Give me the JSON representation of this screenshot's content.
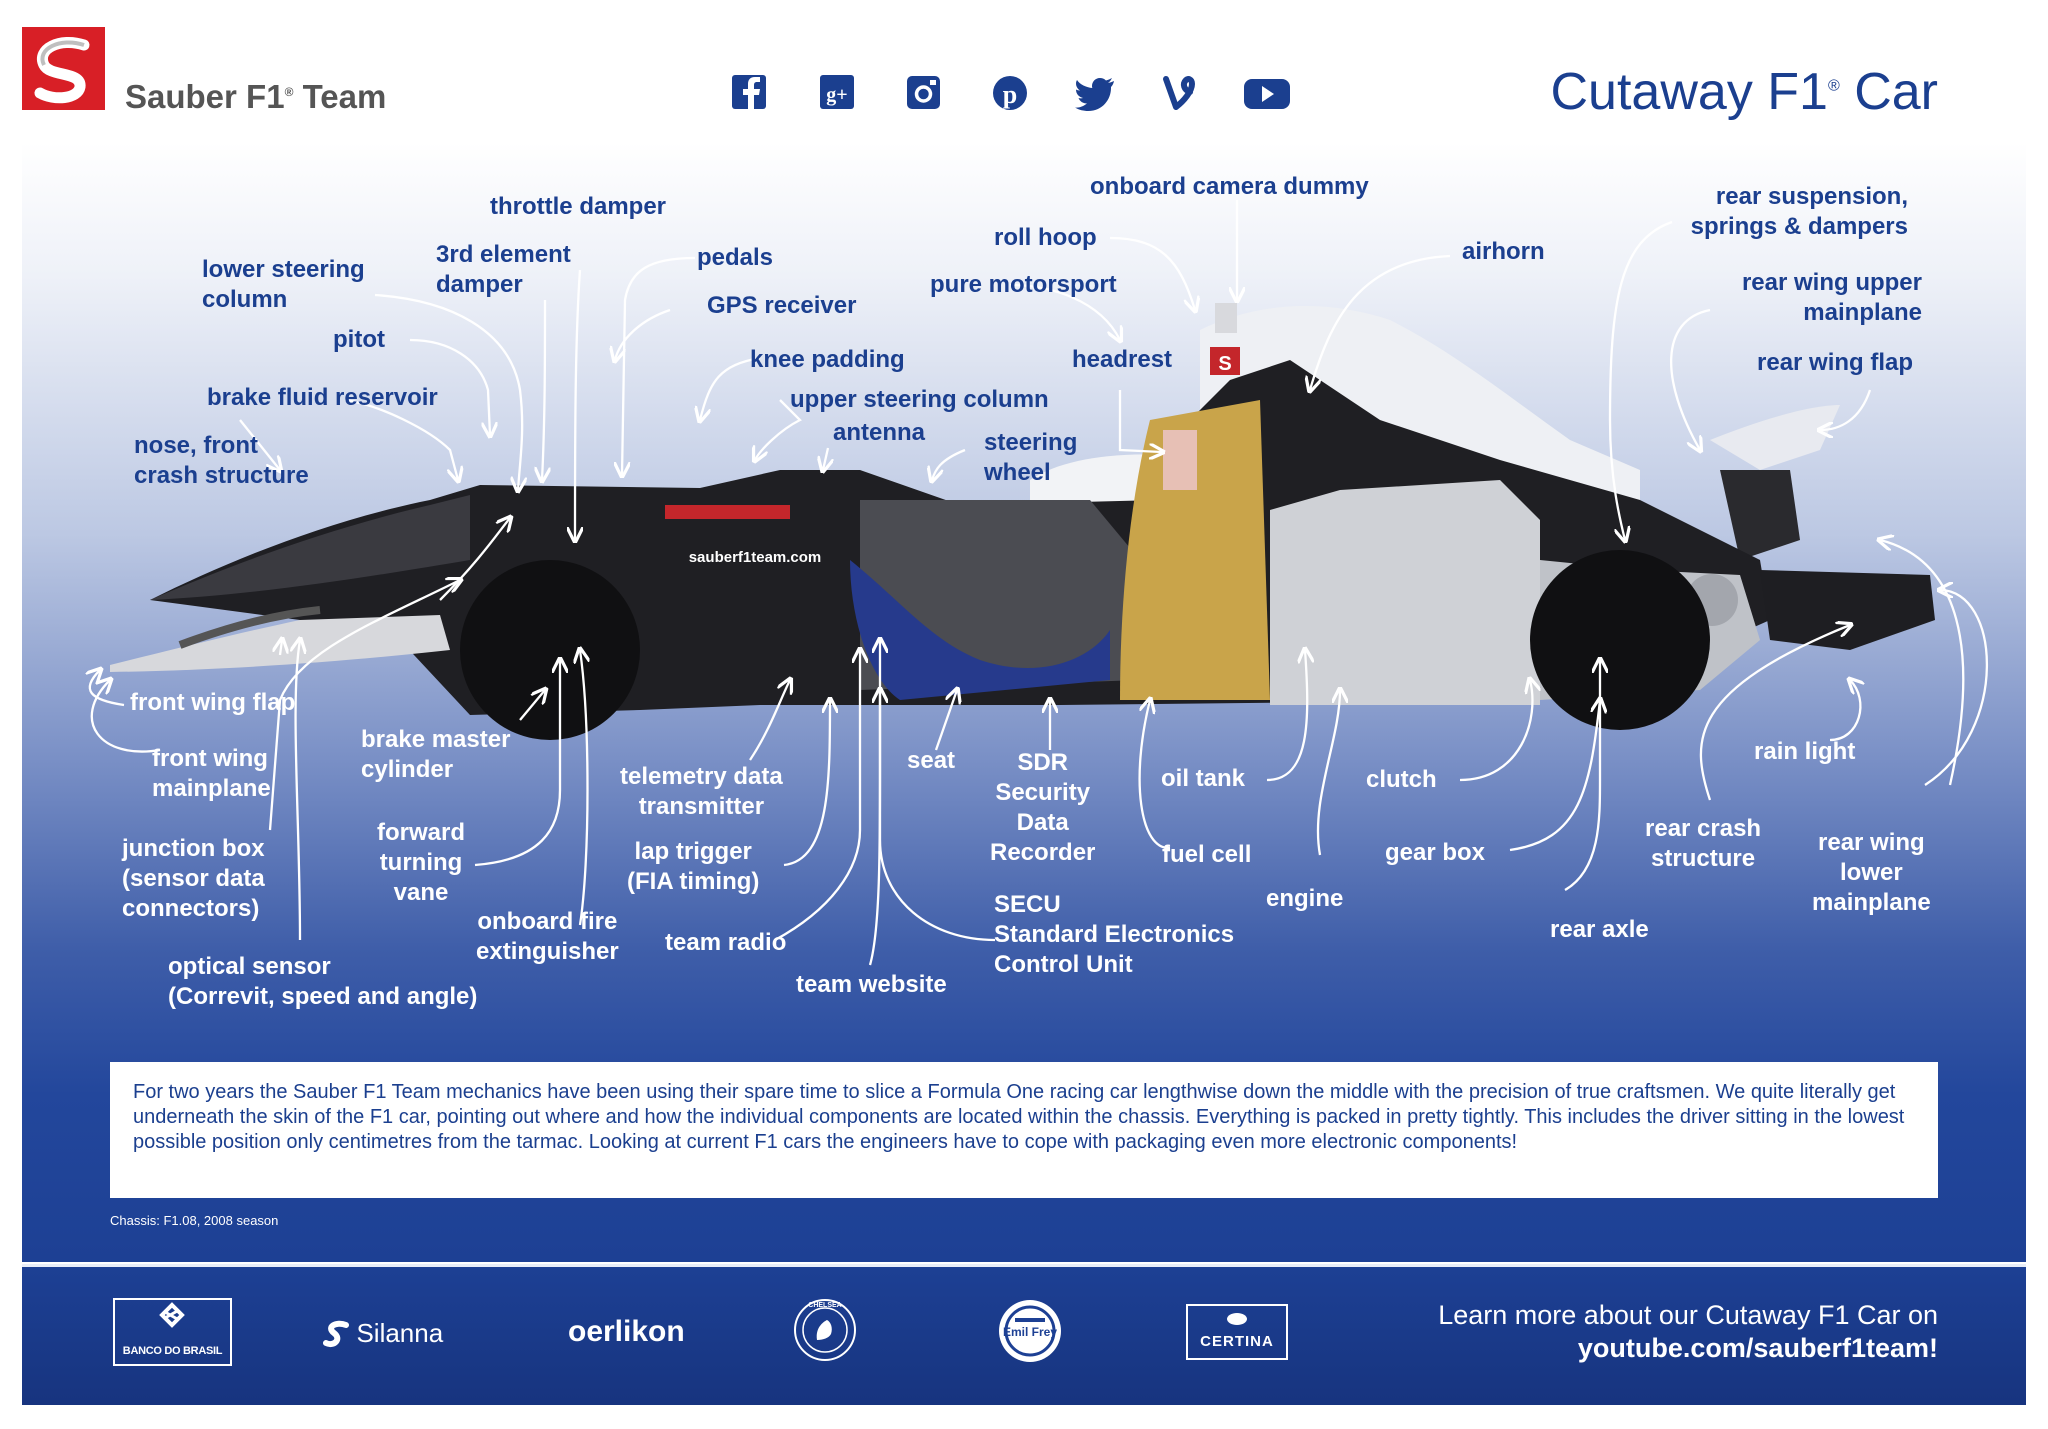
{
  "header": {
    "brand": "Sauber F1",
    "brand_sup": "®",
    "brand_suffix": "Team",
    "title": "Cutaway F1",
    "title_sup": "®",
    "title_suffix": "Car",
    "social_icons": [
      "facebook-icon",
      "google-plus-icon",
      "instagram-icon",
      "pinterest-icon",
      "twitter-icon",
      "vine-icon",
      "youtube-icon"
    ]
  },
  "car": {
    "site_label": "sauberf1team.com"
  },
  "labels": [
    {
      "id": "throttle-damper",
      "text": "throttle damper",
      "color": "blue"
    },
    {
      "id": "third-element-damper",
      "text": "3rd element\ndamper",
      "color": "blue"
    },
    {
      "id": "lower-steering-column",
      "text": "lower steering\ncolumn",
      "color": "blue"
    },
    {
      "id": "pedals",
      "text": "pedals",
      "color": "blue"
    },
    {
      "id": "gps-receiver",
      "text": "GPS receiver",
      "color": "blue"
    },
    {
      "id": "pitot",
      "text": "pitot",
      "color": "blue"
    },
    {
      "id": "knee-padding",
      "text": "knee padding",
      "color": "blue"
    },
    {
      "id": "brake-fluid-reservoir",
      "text": "brake fluid reservoir",
      "color": "blue"
    },
    {
      "id": "upper-steering-column",
      "text": "upper steering column",
      "color": "blue"
    },
    {
      "id": "antenna",
      "text": "antenna",
      "color": "blue"
    },
    {
      "id": "nose-front-crash-structure",
      "text": "nose, front\ncrash structure",
      "color": "blue"
    },
    {
      "id": "onboard-camera-dummy",
      "text": "onboard camera dummy",
      "color": "blue"
    },
    {
      "id": "roll-hoop",
      "text": "roll hoop",
      "color": "blue"
    },
    {
      "id": "pure-motorsport",
      "text": "pure motorsport",
      "color": "blue"
    },
    {
      "id": "headrest",
      "text": "headrest",
      "color": "blue"
    },
    {
      "id": "steering-wheel",
      "text": "steering\nwheel",
      "color": "blue"
    },
    {
      "id": "airhorn",
      "text": "airhorn",
      "color": "blue"
    },
    {
      "id": "rear-suspension",
      "text": "rear suspension,\nsprings & dampers",
      "color": "blue"
    },
    {
      "id": "rear-wing-upper-mainplane",
      "text": "rear wing upper\nmainplane",
      "color": "blue"
    },
    {
      "id": "rear-wing-flap",
      "text": "rear wing flap",
      "color": "blue"
    },
    {
      "id": "front-wing-flap",
      "text": "front wing flap",
      "color": "white"
    },
    {
      "id": "front-wing-mainplane",
      "text": "front wing\nmainplane",
      "color": "white"
    },
    {
      "id": "brake-master-cylinder",
      "text": "brake master\ncylinder",
      "color": "white"
    },
    {
      "id": "telemetry-data-transmitter",
      "text": "telemetry data\ntransmitter",
      "color": "white"
    },
    {
      "id": "seat",
      "text": "seat",
      "color": "white"
    },
    {
      "id": "sdr",
      "text": "SDR\nSecurity\nData\nRecorder",
      "color": "white"
    },
    {
      "id": "oil-tank",
      "text": "oil tank",
      "color": "white"
    },
    {
      "id": "clutch",
      "text": "clutch",
      "color": "white"
    },
    {
      "id": "rain-light",
      "text": "rain light",
      "color": "white"
    },
    {
      "id": "junction-box",
      "text": "junction box\n(sensor data\nconnectors)",
      "color": "white"
    },
    {
      "id": "forward-turning-vane",
      "text": "forward\nturning\nvane",
      "color": "white"
    },
    {
      "id": "lap-trigger",
      "text": "lap trigger\n(FIA timing)",
      "color": "white"
    },
    {
      "id": "fuel-cell",
      "text": "fuel cell",
      "color": "white"
    },
    {
      "id": "gear-box",
      "text": "gear box",
      "color": "white"
    },
    {
      "id": "rear-crash-structure",
      "text": "rear crash\nstructure",
      "color": "white"
    },
    {
      "id": "rear-wing-lower-mainplane",
      "text": "rear wing\nlower\nmainplane",
      "color": "white"
    },
    {
      "id": "engine",
      "text": "engine",
      "color": "white"
    },
    {
      "id": "secu",
      "text": "SECU\nStandard Electronics\nControl Unit",
      "color": "white"
    },
    {
      "id": "onboard-fire-extinguisher",
      "text": "onboard fire\nextinguisher",
      "color": "white"
    },
    {
      "id": "team-radio",
      "text": "team radio",
      "color": "white"
    },
    {
      "id": "rear-axle",
      "text": "rear axle",
      "color": "white"
    },
    {
      "id": "optical-sensor",
      "text": "optical sensor\n(Correvit, speed and angle)",
      "color": "white"
    },
    {
      "id": "team-website",
      "text": "team website",
      "color": "white"
    }
  ],
  "description": "For two years the Sauber F1 Team mechanics have been using their spare time to slice a Formula One racing car lengthwise down the middle with the precision of true craftsmen. We quite literally get underneath the skin of the F1 car, pointing out where and how the individual components are located within the chassis. Everything is packed in pretty tightly. This includes the driver sitting in the lowest possible position only centimetres from the tarmac. Looking at current F1 cars the engineers have to cope with packaging even more electronic components!",
  "chassis_note": "Chassis: F1.08, 2008 season",
  "footer": {
    "sponsors": [
      "BANCO DO BRASIL",
      "Silanna",
      "oerlikon",
      "CHELSEA",
      "Emil Frey",
      "CERTINA"
    ],
    "cta_line1": "Learn more about our Cutaway F1 Car on",
    "cta_line2": "youtube.com/sauberf1team!"
  },
  "colors": {
    "brand_red": "#d81f26",
    "brand_blue": "#1b3f8f",
    "panel_dark": "#1d4094"
  }
}
